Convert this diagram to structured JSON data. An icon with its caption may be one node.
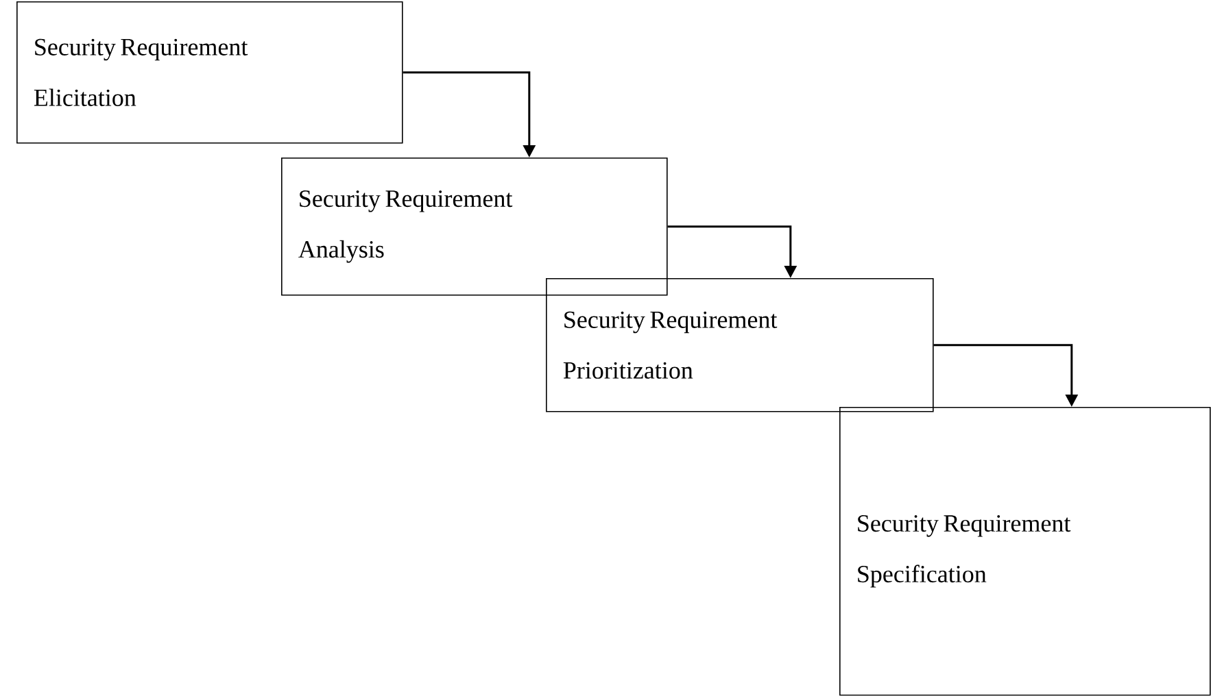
{
  "diagram": {
    "nodes": [
      {
        "text": [
          "Security Requirement Elicitation"
        ]
      },
      {
        "text": [
          "Security Requirement Analysis"
        ]
      },
      {
        "text": [
          "Security Requirement Prioritization"
        ]
      },
      {
        "text": [
          "Security Requirement Specification"
        ]
      }
    ],
    "edges": [
      {
        "from": 0,
        "to": 1,
        "arrow": "to"
      },
      {
        "from": 1,
        "to": 2,
        "arrow": "to"
      },
      {
        "from": 2,
        "to": 3,
        "arrow": "to"
      }
    ]
  }
}
